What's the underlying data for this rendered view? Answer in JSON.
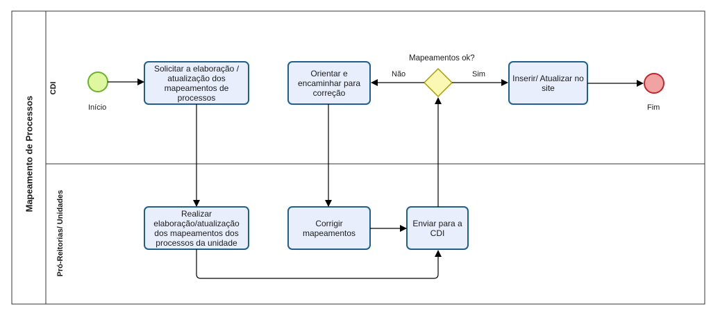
{
  "pool": {
    "title": "Mapeamento de Processos"
  },
  "lanes": [
    {
      "label": "CDI"
    },
    {
      "label": "Pró-Reitorias/ Unidades"
    }
  ],
  "events": {
    "start": {
      "label": "Início"
    },
    "end": {
      "label": "Fim"
    }
  },
  "tasks": {
    "solicitar": "Solicitar a elaboração / atualização dos mapeamentos de processos",
    "orientar": "Orientar e encaminhar para correção",
    "inserir": "Inserir/ Atualizar no site",
    "realizar": "Realizar elaboração/atualização dos mapeamentos dos processos da unidade",
    "corrigir": "Corrigir mapeamentos",
    "enviar": "Enviar para a CDI"
  },
  "gateway": {
    "question": "Mapeamentos ok?",
    "yes": "Sim",
    "no": "Não"
  },
  "colors": {
    "task_fill": "#e8eefc",
    "task_stroke": "#1f5f8b",
    "start_fill": "#dff7a0",
    "start_stroke": "#6bb32a",
    "end_fill": "#f1a3a3",
    "end_stroke": "#c0262d",
    "gateway_fill": "#fbf8b4",
    "gateway_stroke": "#a3a000"
  }
}
